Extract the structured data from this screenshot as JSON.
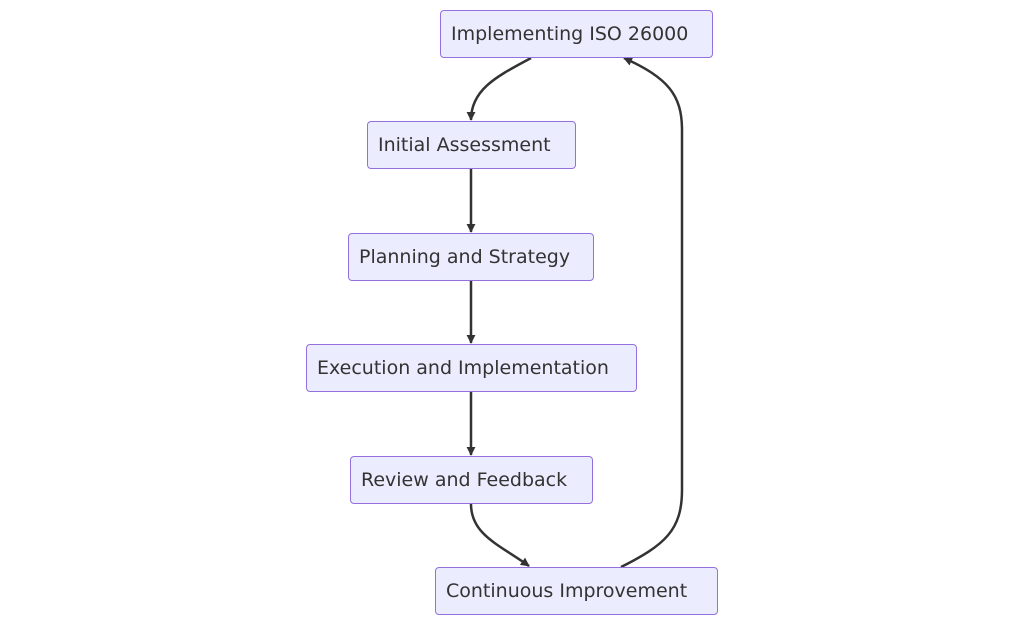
{
  "colors": {
    "node_fill": "#ececff",
    "node_border": "#9370db",
    "edge": "#333333",
    "text": "#333333",
    "background": "#ffffff"
  },
  "nodes": [
    {
      "id": "start",
      "label": "Implementing ISO 26000"
    },
    {
      "id": "assess",
      "label": "Initial Assessment"
    },
    {
      "id": "plan",
      "label": "Planning and Strategy"
    },
    {
      "id": "exec",
      "label": "Execution and Implementation"
    },
    {
      "id": "review",
      "label": "Review and Feedback"
    },
    {
      "id": "improve",
      "label": "Continuous Improvement"
    }
  ],
  "edges": [
    {
      "from": "start",
      "to": "assess"
    },
    {
      "from": "assess",
      "to": "plan"
    },
    {
      "from": "plan",
      "to": "exec"
    },
    {
      "from": "exec",
      "to": "review"
    },
    {
      "from": "review",
      "to": "improve"
    },
    {
      "from": "improve",
      "to": "start"
    }
  ]
}
